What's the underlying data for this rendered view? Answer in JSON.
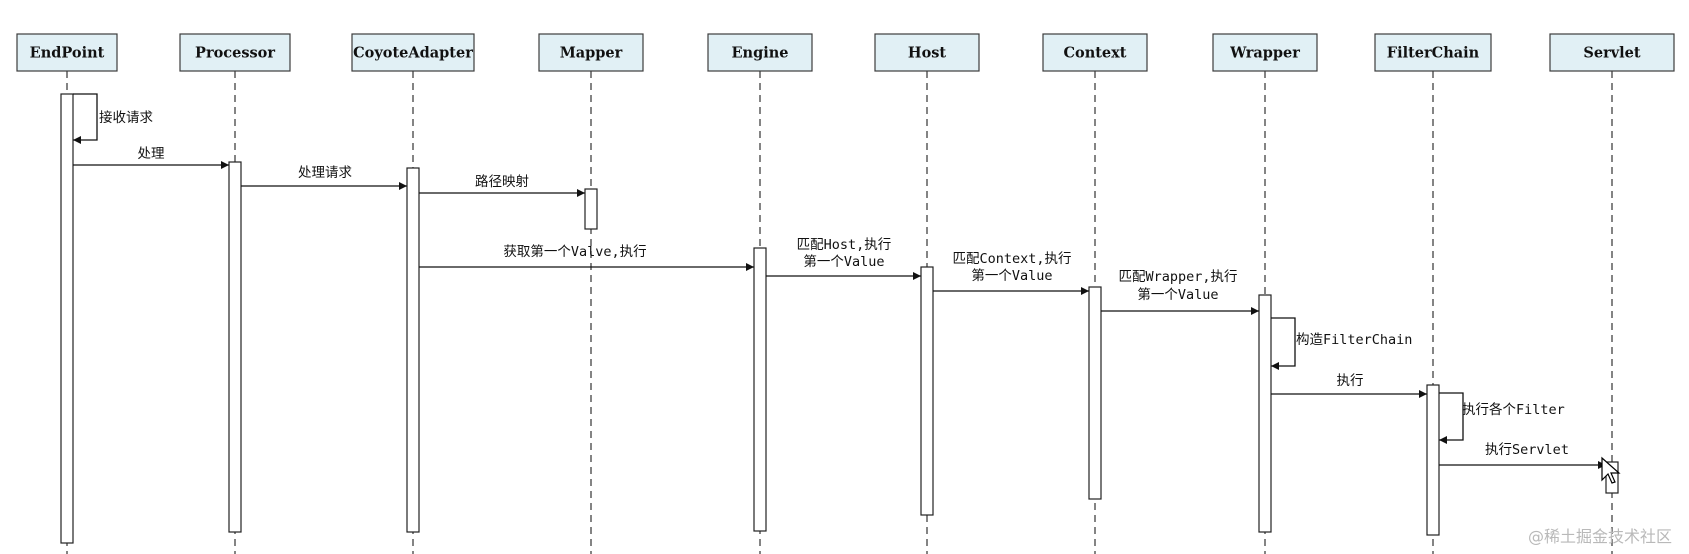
{
  "participants": [
    {
      "id": "endpoint",
      "label": "EndPoint"
    },
    {
      "id": "processor",
      "label": "Processor"
    },
    {
      "id": "coyote",
      "label": "CoyoteAdapter"
    },
    {
      "id": "mapper",
      "label": "Mapper"
    },
    {
      "id": "engine",
      "label": "Engine"
    },
    {
      "id": "host",
      "label": "Host"
    },
    {
      "id": "context",
      "label": "Context"
    },
    {
      "id": "wrapper",
      "label": "Wrapper"
    },
    {
      "id": "filterchain",
      "label": "FilterChain"
    },
    {
      "id": "servlet",
      "label": "Servlet"
    }
  ],
  "messages": [
    {
      "id": "receive",
      "from": "endpoint",
      "to": "endpoint",
      "self": true,
      "label": [
        "接收请求"
      ]
    },
    {
      "id": "process",
      "from": "endpoint",
      "to": "processor",
      "label": [
        "处理"
      ]
    },
    {
      "id": "handle",
      "from": "processor",
      "to": "coyote",
      "label": [
        "处理请求"
      ]
    },
    {
      "id": "mapping",
      "from": "coyote",
      "to": "mapper",
      "label": [
        "路径映射"
      ]
    },
    {
      "id": "first-valve",
      "from": "coyote",
      "to": "engine",
      "label": [
        "获取第一个Valve,执行"
      ]
    },
    {
      "id": "match-host",
      "from": "engine",
      "to": "host",
      "label": [
        "匹配Host,执行",
        "第一个Value"
      ]
    },
    {
      "id": "match-context",
      "from": "host",
      "to": "context",
      "label": [
        "匹配Context,执行",
        "第一个Value"
      ]
    },
    {
      "id": "match-wrapper",
      "from": "context",
      "to": "wrapper",
      "label": [
        "匹配Wrapper,执行",
        "第一个Value"
      ]
    },
    {
      "id": "build-chain",
      "from": "wrapper",
      "to": "wrapper",
      "self": true,
      "label": [
        "构造FilterChain"
      ]
    },
    {
      "id": "execute",
      "from": "wrapper",
      "to": "filterchain",
      "label": [
        "执行"
      ]
    },
    {
      "id": "each-filter",
      "from": "filterchain",
      "to": "filterchain",
      "self": true,
      "label": [
        "执行各个Filter"
      ]
    },
    {
      "id": "exec-servlet",
      "from": "filterchain",
      "to": "servlet",
      "label": [
        "执行Servlet"
      ]
    }
  ],
  "watermark": "@稀土掘金技术社区",
  "colors": {
    "box_fill": "#e1f0f5",
    "box_border": "#3c3c3c",
    "line": "#111111",
    "lifeline": "#333333"
  }
}
